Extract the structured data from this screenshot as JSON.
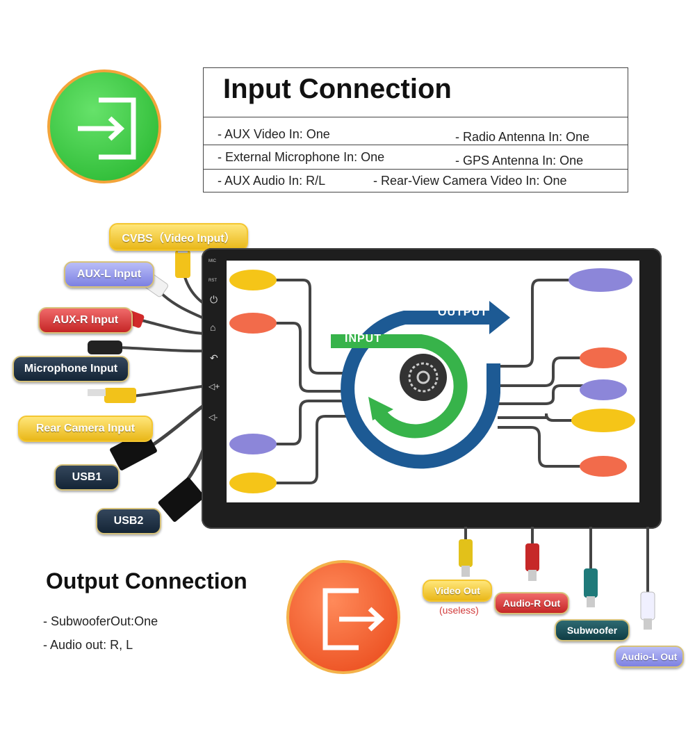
{
  "input_connection": {
    "title": "Input Connection",
    "items": [
      "- AUX Video In: One",
      "- Radio Antenna In: One",
      "- External Microphone In: One",
      "- GPS Antenna In: One",
      "- AUX Audio In: R/L",
      "- Rear-View Camera Video In: One"
    ]
  },
  "input_labels": {
    "cvbs": "CVBS（Video Input）",
    "aux_l": "AUX-L Input",
    "aux_r": "AUX-R Input",
    "microphone": "Microphone Input",
    "rear_camera": "Rear Camera Input",
    "usb1": "USB1",
    "usb2": "USB2"
  },
  "screen": {
    "output_label": "OUTPUT",
    "input_label": "INPUT",
    "side_labels": [
      "MIC",
      "RST"
    ]
  },
  "output_labels": {
    "video_out": "Video Out",
    "video_out_note": "(useless)",
    "audio_r_out": "Audio-R Out",
    "subwoofer": "Subwoofer",
    "audio_l_out": "Audio-L Out"
  },
  "output_connection": {
    "title": "Output Connection",
    "items": [
      "- SubwooferOut:One",
      "- Audio out: R, L"
    ]
  },
  "colors": {
    "input_icon": "#3ecb45",
    "output_icon": "#f0582a",
    "blue_arrow": "#1d5a94",
    "green_arrow": "#37b34a",
    "yellow": "#f5c518",
    "orange": "#f26b4b",
    "purple": "#8c86d9"
  }
}
